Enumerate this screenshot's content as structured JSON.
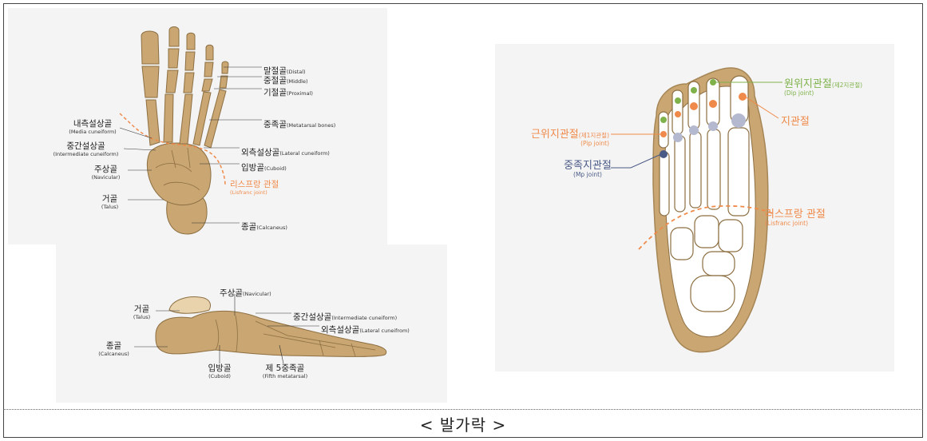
{
  "caption": "< 발가락 >",
  "top_view": {
    "distal": {
      "ko": "말절골",
      "en": "(Distal)"
    },
    "middle": {
      "ko": "중절골",
      "en": "(Middle)"
    },
    "proximal": {
      "ko": "기절골",
      "en": "(Proximal)"
    },
    "metatarsal": {
      "ko": "중족골",
      "en": "(Metatarsal bones)"
    },
    "medial_cuneiform": {
      "ko": "내측설상골",
      "en": "(Media cuneiform)"
    },
    "intermediate_cuneiform": {
      "ko": "중간설상골",
      "en": "(Intermediate cuneiform)"
    },
    "lateral_cuneiform": {
      "ko": "외측설상골",
      "en": "(Lateral cuneiform)"
    },
    "navicular": {
      "ko": "주상골",
      "en": "(Navicular)"
    },
    "cuboid": {
      "ko": "입방골",
      "en": "(Cuboid)"
    },
    "lisfranc": {
      "ko": "리스프랑 관절",
      "en": "(Lisfranc joint)"
    },
    "talus": {
      "ko": "거골",
      "en": "(Talus)"
    },
    "calcaneus": {
      "ko": "종골",
      "en": "(Calcaneus)"
    }
  },
  "side_view": {
    "navicular": {
      "ko": "주상골",
      "en": "(Navicular)"
    },
    "talus": {
      "ko": "거골",
      "en": "(Talus)"
    },
    "intermediate_cuneiform": {
      "ko": "중간설상골",
      "en": "(Intermediate cuneiform)"
    },
    "lateral_cuneiform": {
      "ko": "외측설상골",
      "en": "(Lateral cuneifrom)"
    },
    "calcaneus": {
      "ko": "종골",
      "en": "(Calcaneus)"
    },
    "cuboid": {
      "ko": "입방골",
      "en": "(Cuboid)"
    },
    "fifth_metatarsal": {
      "ko": "제 5중족골",
      "en": "(Fifth metatarsal)"
    }
  },
  "joint_view": {
    "dip": {
      "ko": "원위지관절",
      "ko_sub": "(제2지관절)",
      "en": "(Dip joint)"
    },
    "toe_joint": {
      "ko": "지관절"
    },
    "pip": {
      "ko": "근위지관절",
      "ko_sub": "(제1지관절)",
      "en": "(Pip joint)"
    },
    "mp": {
      "ko": "중족지관절",
      "en": "(Mp joint)"
    },
    "lisfranc": {
      "ko": "리스프랑 관절",
      "en": "(Lisfranc joint)"
    }
  },
  "colors": {
    "bone": "#c9a672",
    "bone_dark": "#8d6f42",
    "accent_orange": "#ef8a4a",
    "accent_green": "#7fb24a",
    "accent_blue": "#4a5a86"
  }
}
